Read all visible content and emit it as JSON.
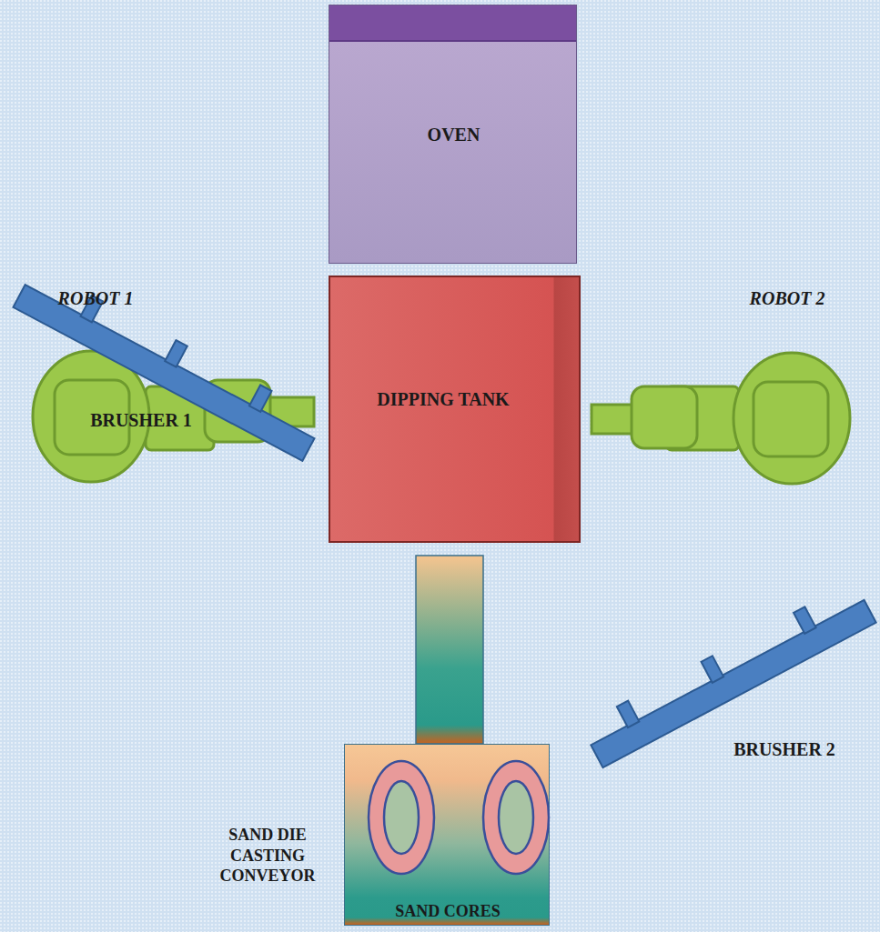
{
  "diagram": {
    "nodes": [
      {
        "text": [
          "OVEN"
        ]
      },
      {
        "text": [
          "ROBOT 1"
        ]
      },
      {
        "text": [
          "DIPPING TANK"
        ]
      },
      {
        "text": [
          "ROBOT 2"
        ]
      },
      {
        "text": [
          "BRUSHER 1"
        ]
      },
      {
        "text": [
          "BRUSHER 2"
        ]
      },
      {
        "text": [
          "SAND DIE CASTING CONVEYOR",
          "SAND CORES"
        ]
      }
    ],
    "edges": [
      {
        "from": 6,
        "to": 2,
        "arrow": "none"
      }
    ]
  }
}
